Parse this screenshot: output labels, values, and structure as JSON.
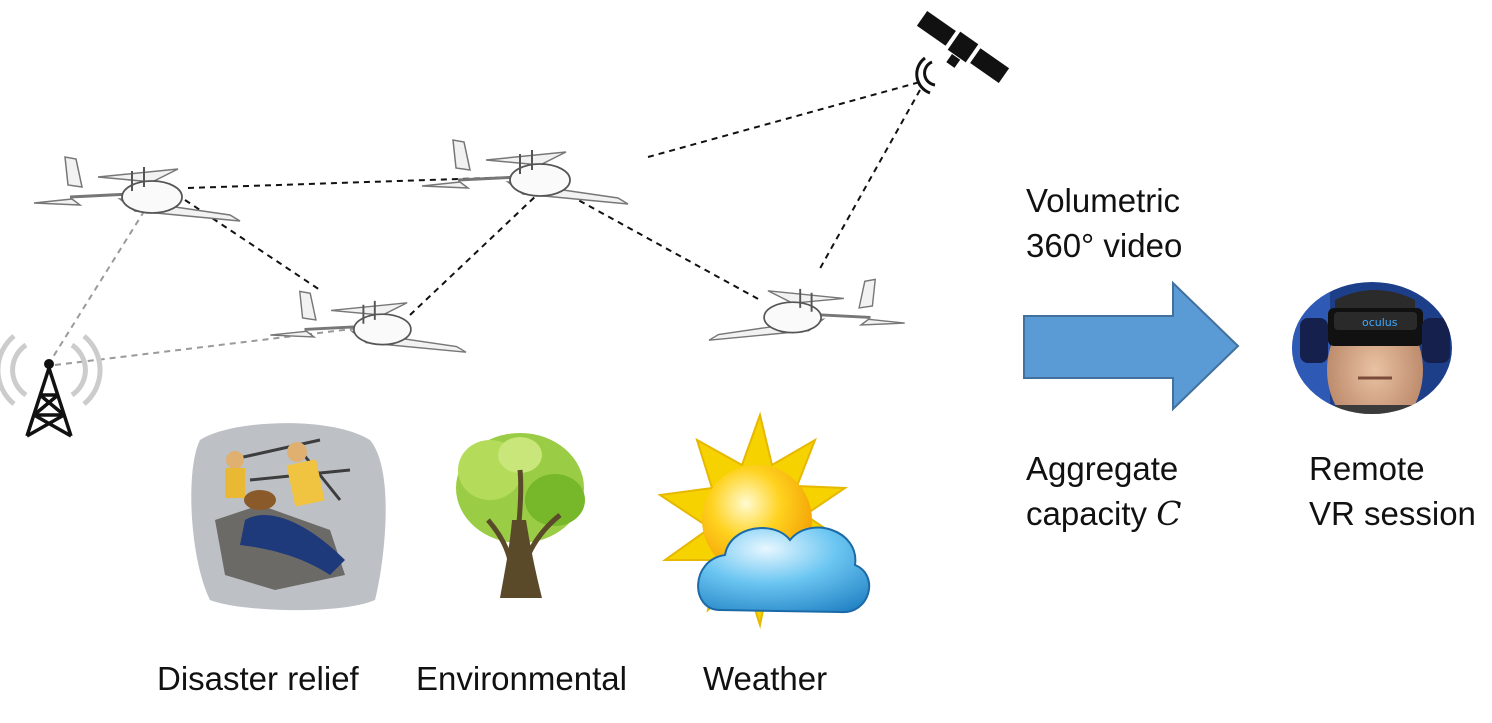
{
  "labels": {
    "video_line1": "Volumetric",
    "video_line2": "360° video",
    "capacity_line1": "Aggregate",
    "capacity_line2_prefix": "capacity ",
    "capacity_symbol": "C",
    "vr_line1": "Remote",
    "vr_line2": "VR session",
    "disaster": "Disaster relief",
    "environmental": "Environmental",
    "weather": "Weather"
  },
  "icons": {
    "drones": "drone-icon",
    "satellite": "satellite-icon",
    "tower": "cell-tower-icon",
    "arrow": "arrow-right-icon",
    "vr_user": "vr-headset-user-icon",
    "disaster": "disaster-relief-icon",
    "tree": "tree-icon",
    "weather": "sun-cloud-icon"
  },
  "colors": {
    "arrow_fill": "#5b9bd5",
    "arrow_stroke": "#41719c",
    "link_dark": "#111111",
    "link_gray": "#9a9a9a",
    "drone_body": "#f3f3f3",
    "sun": "#f5d200",
    "cloud": "#4fb3e8",
    "tree_leaves": "#8cc63f",
    "tree_trunk": "#5a4a2a"
  }
}
